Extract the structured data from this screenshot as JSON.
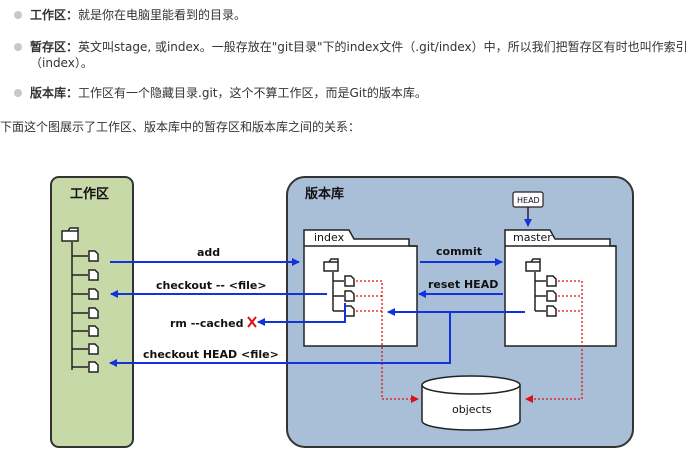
{
  "bullets": [
    {
      "term": "工作区：",
      "desc": "就是你在电脑里能看到的目录。"
    },
    {
      "term": "暂存区：",
      "desc": "英文叫stage, 或index。一般存放在\"git目录\"下的index文件（.git/index）中，所以我们把暂存区有时也叫作索引",
      "desc_cont": "（index）。"
    },
    {
      "term": "版本库：",
      "desc": "工作区有一个隐藏目录.git，这个不算工作区，而是Git的版本库。"
    }
  ],
  "intro": "下面这个图展示了工作区、版本库中的暂存区和版本库之间的关系：",
  "diagram": {
    "workspace_title": "工作区",
    "repo_title": "版本库",
    "index_label": "index",
    "master_label": "master",
    "head_label": "HEAD",
    "objects_label": "objects",
    "commands": {
      "add": "add",
      "checkout_file": "checkout -- <file>",
      "rm_cached": "rm --cached",
      "checkout_head": "checkout HEAD <file>",
      "commit": "commit",
      "reset_head": "reset HEAD"
    },
    "colors": {
      "workspace_fill": "#c8d9a8",
      "repo_fill": "#a9bfd8",
      "arrow_blue": "#1133dd",
      "arrow_red": "#dd1111"
    }
  }
}
